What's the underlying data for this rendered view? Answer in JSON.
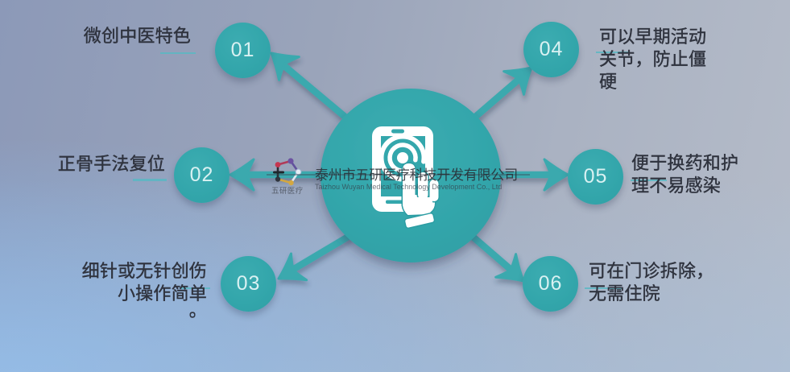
{
  "figure": {
    "type": "hub-and-spoke-infographic",
    "center_icon": "touchscreen-phone-with-tapping-hand",
    "accent_color": "#34a7ac",
    "underline_color": "#58b8c3",
    "label_text_color": "#2f333e",
    "number_text_color": "#d9f1f2"
  },
  "items": [
    {
      "number": "01",
      "lines": [
        "微创中医特色"
      ]
    },
    {
      "number": "02",
      "lines": [
        "正骨手法复位"
      ]
    },
    {
      "number": "03",
      "lines": [
        "细针或无针创伤",
        "小操作简单",
        "。"
      ]
    },
    {
      "number": "04",
      "lines": [
        "可以早期活动",
        "关节，防止僵",
        "硬"
      ]
    },
    {
      "number": "05",
      "lines": [
        "便于换药和护",
        "理不易感染"
      ]
    },
    {
      "number": "06",
      "lines": [
        "可在门诊拆除，",
        "无需住院"
      ]
    }
  ],
  "watermark": {
    "company_cn": "泰州市五研医疗科技开发有限公司",
    "company_en": "Taizhou Wuyan Medical Technology Development Co., Ltd",
    "logo_caption": "五研医疗"
  }
}
